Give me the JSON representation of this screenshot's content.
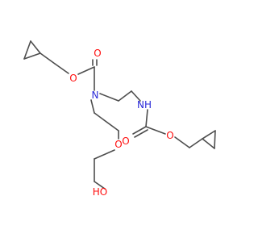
{
  "colors": {
    "bond": "#4d4d4d",
    "oxygen": "#ff0d0d",
    "nitrogen": "#2a2ad8",
    "background": "#ffffff"
  },
  "atoms": {
    "o_ester_left": "O",
    "o_carbonyl_left": "O",
    "n_tertiary": "N",
    "o_ether": "O",
    "hydroxyl": "HO",
    "nh_amide": "NH",
    "o_carbonyl_right": "O",
    "o_ester_right": "O"
  }
}
